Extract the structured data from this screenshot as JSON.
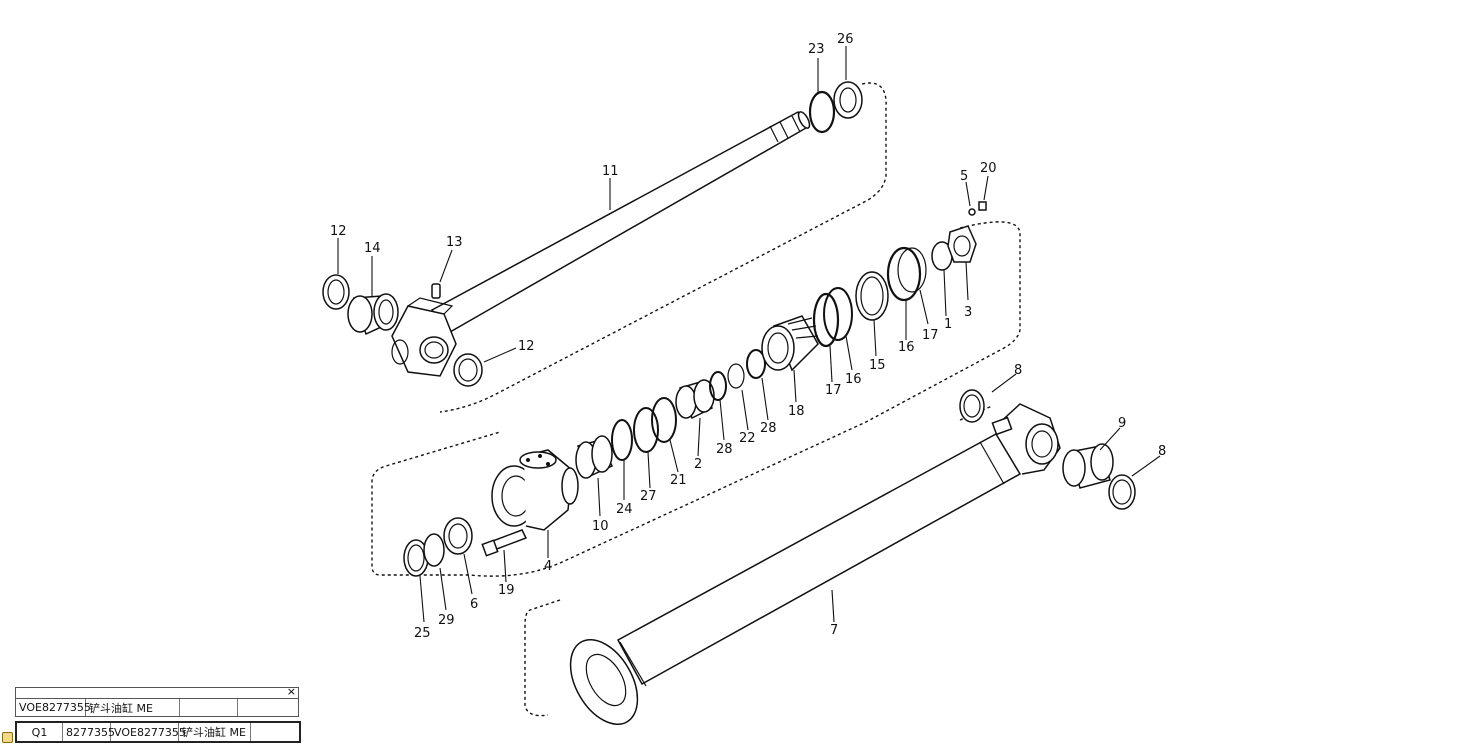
{
  "diagram": {
    "labels": [
      "1",
      "2",
      "3",
      "4",
      "5",
      "6",
      "7",
      "8",
      "8",
      "9",
      "10",
      "11",
      "12",
      "12",
      "13",
      "14",
      "15",
      "16",
      "16",
      "17",
      "17",
      "18",
      "19",
      "20",
      "21",
      "22",
      "23",
      "24",
      "25",
      "26",
      "27",
      "28",
      "28",
      "29"
    ]
  },
  "table": {
    "row1": {
      "code": "VOE8277355",
      "desc": "铲斗油缸 ME",
      "c3": "",
      "c4": ""
    },
    "row2": {
      "qty": "Q1",
      "num": "8277355",
      "code": "VOE8277355",
      "desc": "铲斗油缸 ME",
      "c5": ""
    },
    "close_symbol": "×"
  },
  "icons": {
    "close": "close-icon",
    "marker": "bookmark-icon"
  },
  "colors": {
    "marker": "#f2d98a",
    "line": "#111111"
  }
}
